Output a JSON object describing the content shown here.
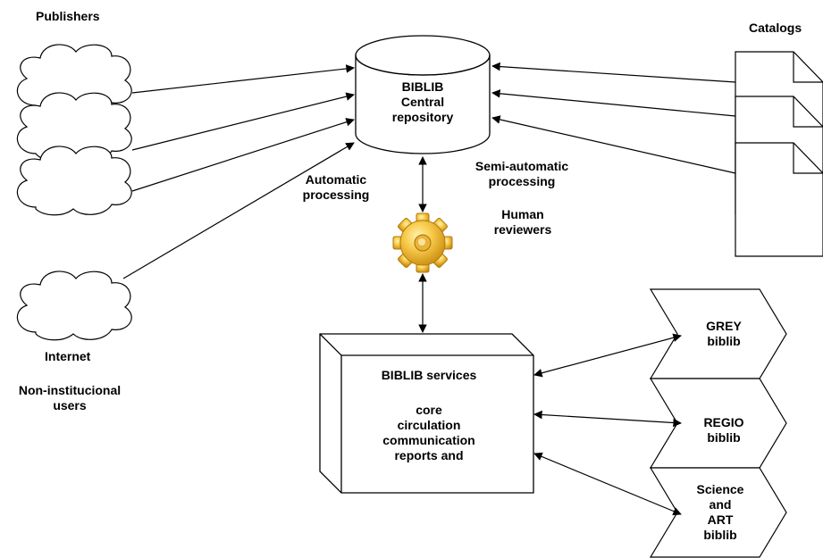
{
  "labels": {
    "publishers": "Publishers",
    "catalogs": "Catalogs",
    "internet": "Internet",
    "users": [
      "Non-institucional",
      "users"
    ],
    "repository": [
      "BIBLIB",
      "Central",
      "repository"
    ],
    "auto_processing": [
      "Automatic",
      "processing"
    ],
    "semi_processing": [
      "Semi-automatic",
      "processing"
    ],
    "human_reviewers": [
      "Human",
      "reviewers"
    ],
    "services_title": "BIBLIB services",
    "services_items": [
      "core",
      "circulation",
      "communication",
      "reports and"
    ],
    "grey": [
      "GREY",
      "biblib"
    ],
    "regio": [
      "REGIO",
      "biblib"
    ],
    "science": [
      "Science",
      "and",
      "ART",
      "biblib"
    ]
  },
  "icons": {
    "gear": "gear-icon",
    "cloud": "cloud-icon",
    "document": "document-icon",
    "database": "database-cylinder-icon",
    "box": "3d-box-icon",
    "chevron": "chevron-step-icon"
  },
  "colors": {
    "stroke": "#000000",
    "gear_light": "#f7c948",
    "gear_dark": "#d49a12"
  }
}
